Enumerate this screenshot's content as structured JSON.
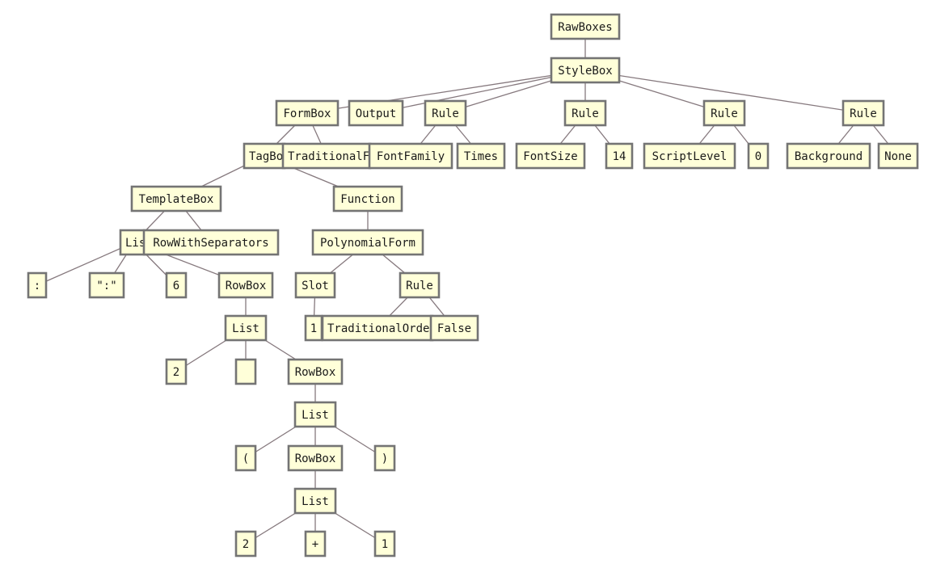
{
  "tree": {
    "nodes": [
      {
        "id": "n0",
        "label": "RawBoxes",
        "parent": null
      },
      {
        "id": "n1",
        "label": "StyleBox",
        "parent": "n0"
      },
      {
        "id": "n2",
        "label": "FormBox",
        "parent": "n1"
      },
      {
        "id": "n3",
        "label": "Output",
        "parent": "n1"
      },
      {
        "id": "n4",
        "label": "Rule",
        "parent": "n1"
      },
      {
        "id": "n5",
        "label": "Rule",
        "parent": "n1"
      },
      {
        "id": "n6",
        "label": "Rule",
        "parent": "n1"
      },
      {
        "id": "n7",
        "label": "Rule",
        "parent": "n1"
      },
      {
        "id": "n8",
        "label": "TagBox",
        "parent": "n2"
      },
      {
        "id": "n9",
        "label": "TraditionalForm",
        "parent": "n2"
      },
      {
        "id": "n10",
        "label": "FontFamily",
        "parent": "n4"
      },
      {
        "id": "n11",
        "label": "Times",
        "parent": "n4"
      },
      {
        "id": "n12",
        "label": "FontSize",
        "parent": "n5"
      },
      {
        "id": "n13",
        "label": "14",
        "parent": "n5"
      },
      {
        "id": "n14",
        "label": "ScriptLevel",
        "parent": "n6"
      },
      {
        "id": "n15",
        "label": "0",
        "parent": "n6"
      },
      {
        "id": "n16",
        "label": "Background",
        "parent": "n7"
      },
      {
        "id": "n17",
        "label": "None",
        "parent": "n7"
      },
      {
        "id": "n18",
        "label": "TemplateBox",
        "parent": "n8"
      },
      {
        "id": "n19",
        "label": "Function",
        "parent": "n8"
      },
      {
        "id": "n20",
        "label": "List",
        "parent": "n18"
      },
      {
        "id": "n21",
        "label": "RowWithSeparators",
        "parent": "n18"
      },
      {
        "id": "n22",
        "label": "PolynomialForm",
        "parent": "n19"
      },
      {
        "id": "n23",
        "label": ":",
        "parent": "n20"
      },
      {
        "id": "n24",
        "label": "\":\"",
        "parent": "n20"
      },
      {
        "id": "n25",
        "label": "6",
        "parent": "n20"
      },
      {
        "id": "n26",
        "label": "RowBox",
        "parent": "n20"
      },
      {
        "id": "n27",
        "label": "Slot",
        "parent": "n22"
      },
      {
        "id": "n28",
        "label": "Rule",
        "parent": "n22"
      },
      {
        "id": "n29",
        "label": "List",
        "parent": "n26"
      },
      {
        "id": "n30",
        "label": "1",
        "parent": "n27"
      },
      {
        "id": "n31",
        "label": "TraditionalOrder",
        "parent": "n28"
      },
      {
        "id": "n32",
        "label": "False",
        "parent": "n28"
      },
      {
        "id": "n33",
        "label": "2",
        "parent": "n29"
      },
      {
        "id": "n34",
        "label": "",
        "parent": "n29"
      },
      {
        "id": "n35",
        "label": "RowBox",
        "parent": "n29"
      },
      {
        "id": "n36",
        "label": "List",
        "parent": "n35"
      },
      {
        "id": "n37",
        "label": "(",
        "parent": "n36"
      },
      {
        "id": "n38",
        "label": "RowBox",
        "parent": "n36"
      },
      {
        "id": "n39",
        "label": ")",
        "parent": "n36"
      },
      {
        "id": "n40",
        "label": "List",
        "parent": "n38"
      },
      {
        "id": "n41",
        "label": "2",
        "parent": "n40"
      },
      {
        "id": "n42",
        "label": "+",
        "parent": "n40"
      },
      {
        "id": "n43",
        "label": "1",
        "parent": "n40"
      }
    ]
  },
  "colors": {
    "node_fill": "#ffffd9",
    "node_border": "#747474",
    "edge": "#86797e",
    "text": "#1a1a1a"
  }
}
